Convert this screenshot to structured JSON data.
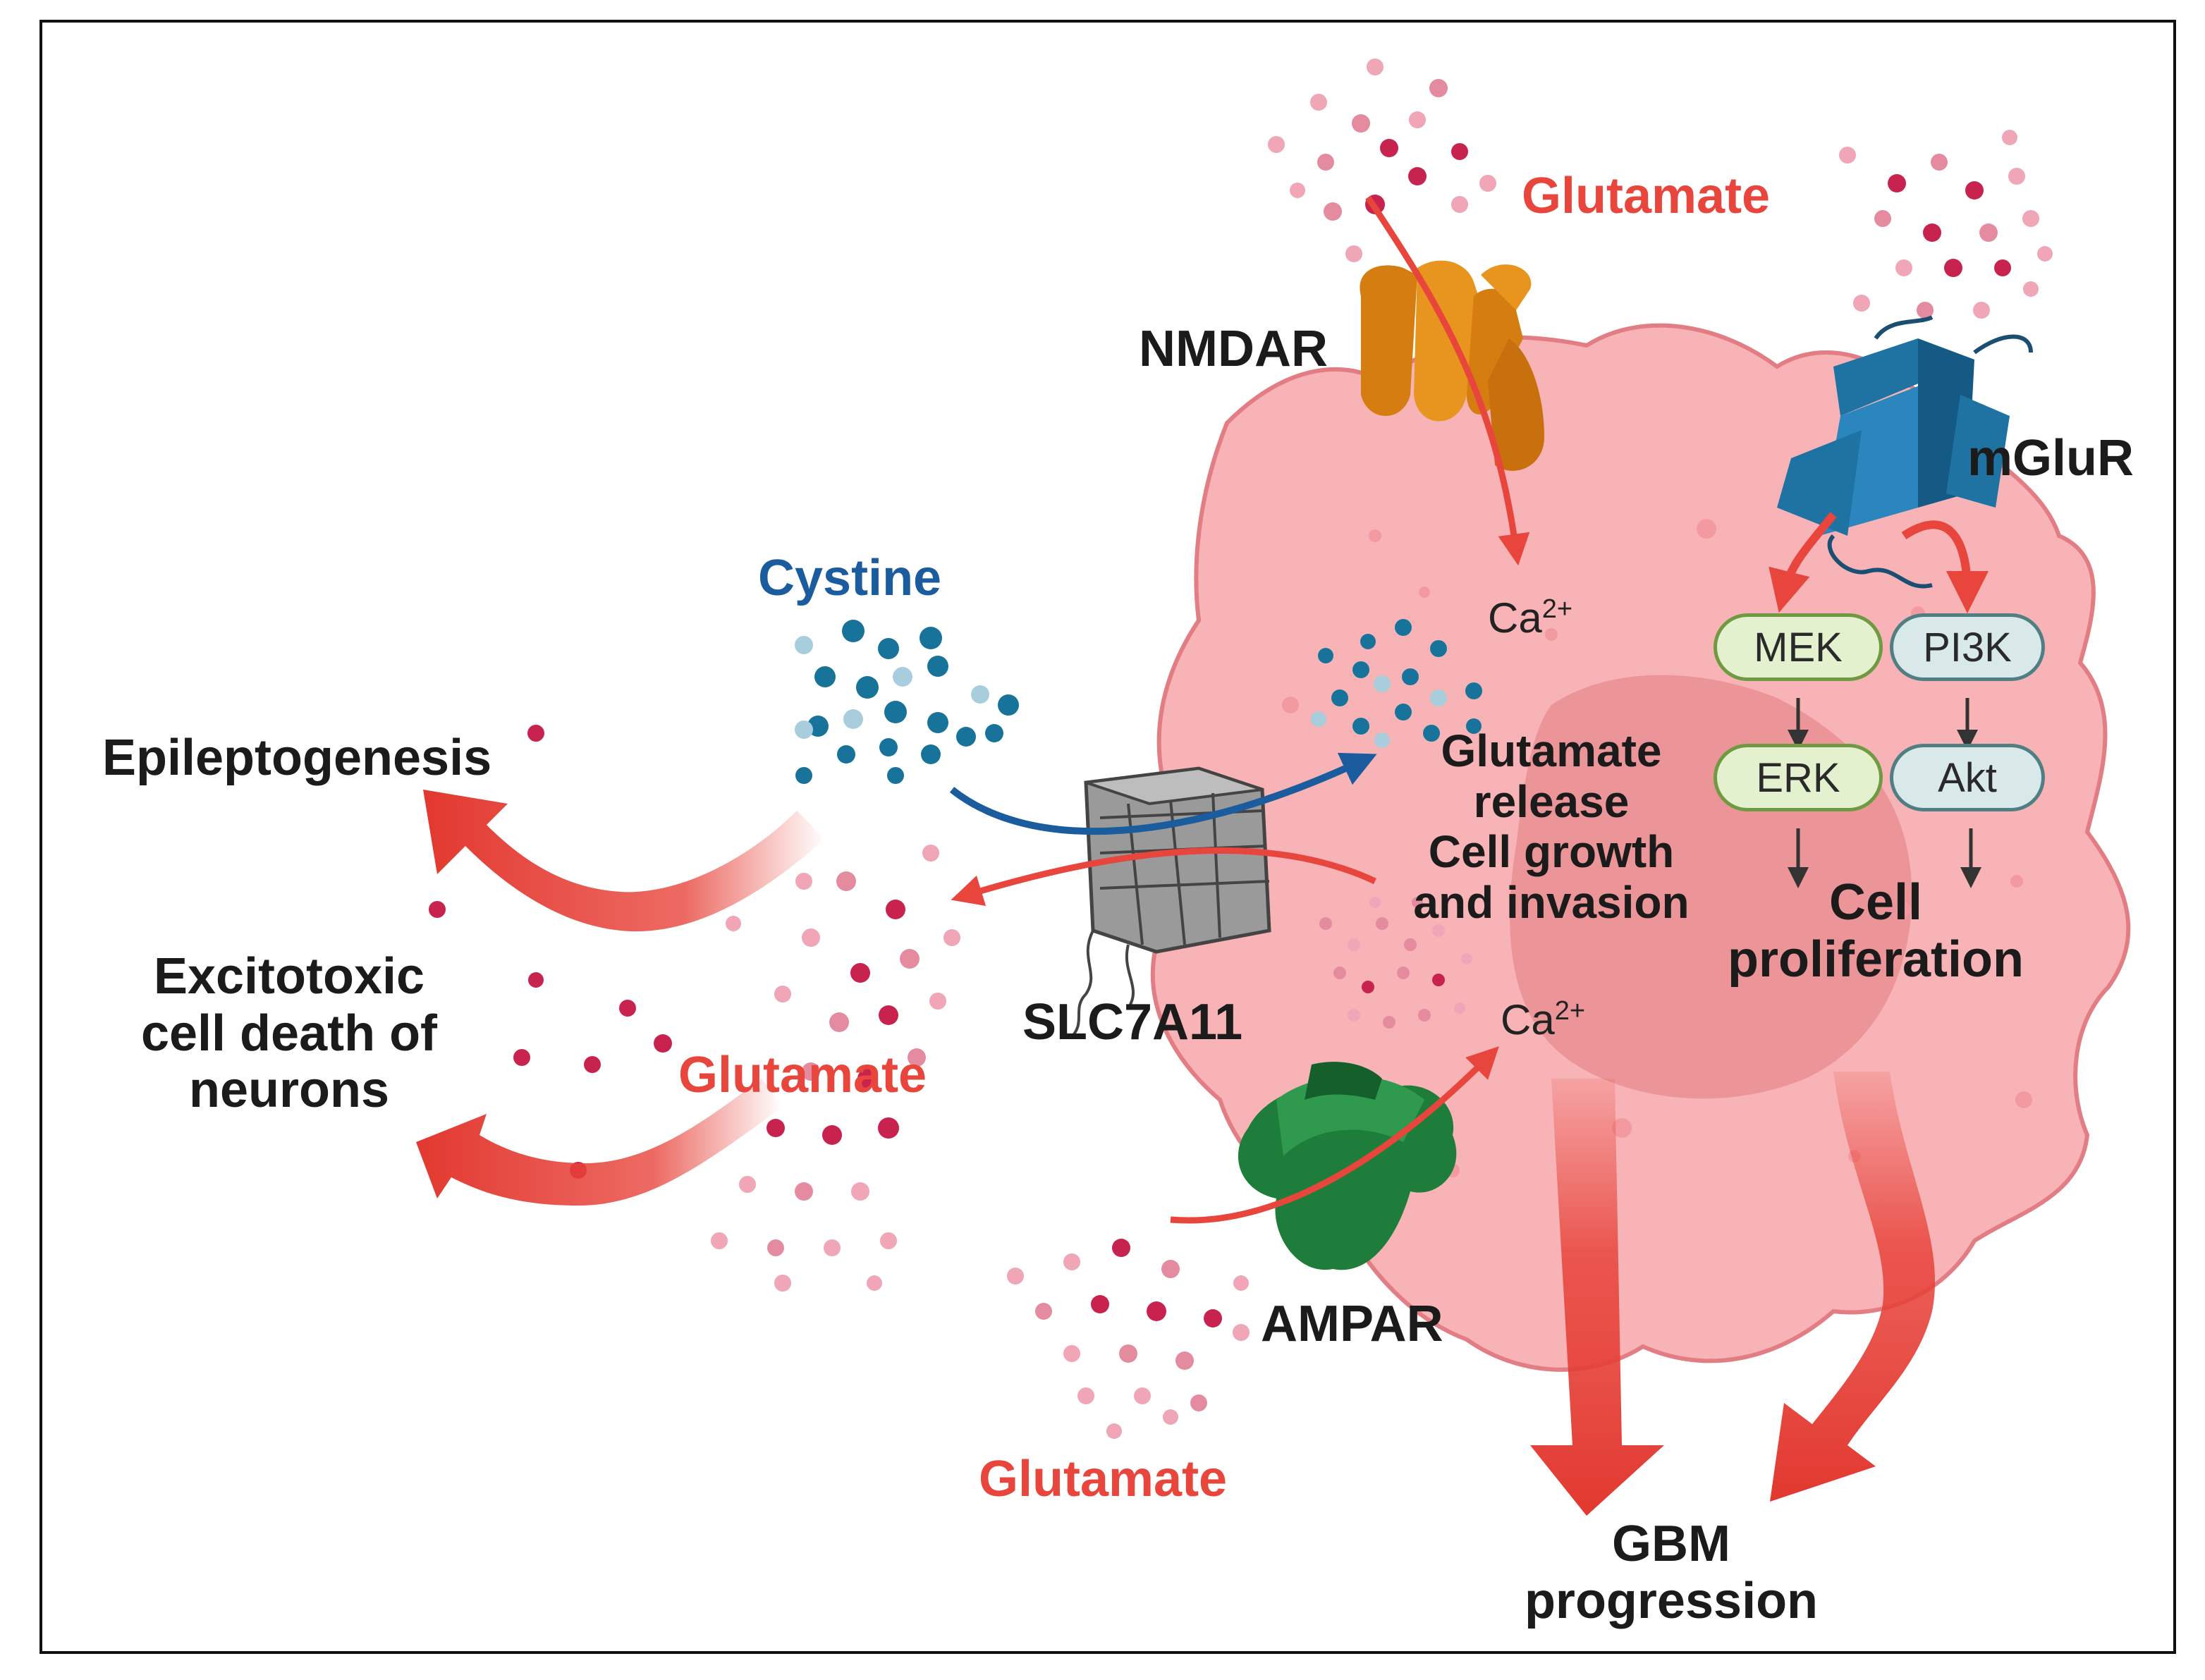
{
  "labels": {
    "glutamate_top": "Glutamate",
    "nmdar": "NMDAR",
    "mglur": "mGluR",
    "cystine": "Cystine",
    "ca_top": "Ca",
    "ca_top_charge": "2+",
    "mek": "MEK",
    "pi3k": "PI3K",
    "erk": "ERK",
    "akt": "Akt",
    "epileptogenesis": "Epileptogenesis",
    "excitotoxic_line1": "Excitotoxic",
    "excitotoxic_line2": "cell death of",
    "excitotoxic_line3": "neurons",
    "glutamate_left": "Glutamate",
    "slc7a11": "SLC7A11",
    "release_line1": "Glutamate",
    "release_line2": "release",
    "release_line3": "Cell growth",
    "release_line4": "and  invasion",
    "cell_prolif_line1": "Cell",
    "cell_prolif_line2": "proliferation",
    "ca_bottom": "Ca",
    "ca_bottom_charge": "2+",
    "ampar": "AMPAR",
    "glutamate_bottom": "Glutamate",
    "gbm_line1": "GBM",
    "gbm_line2": "progression"
  },
  "colors": {
    "glutamate": "#c8234e",
    "glutamate_light": "#f0a6b7",
    "cystine": "#17739a",
    "cystine_light": "#a8cede",
    "cell": "#f7b3b5",
    "nucleus": "#e88b8f",
    "arrow_red": "#e8453c",
    "arrow_blue": "#1b5c9e",
    "nmdar": "#e8951f",
    "mglur": "#1f73a3",
    "ampar": "#1e7d3a",
    "slc7a11": "#8a8a8a"
  }
}
